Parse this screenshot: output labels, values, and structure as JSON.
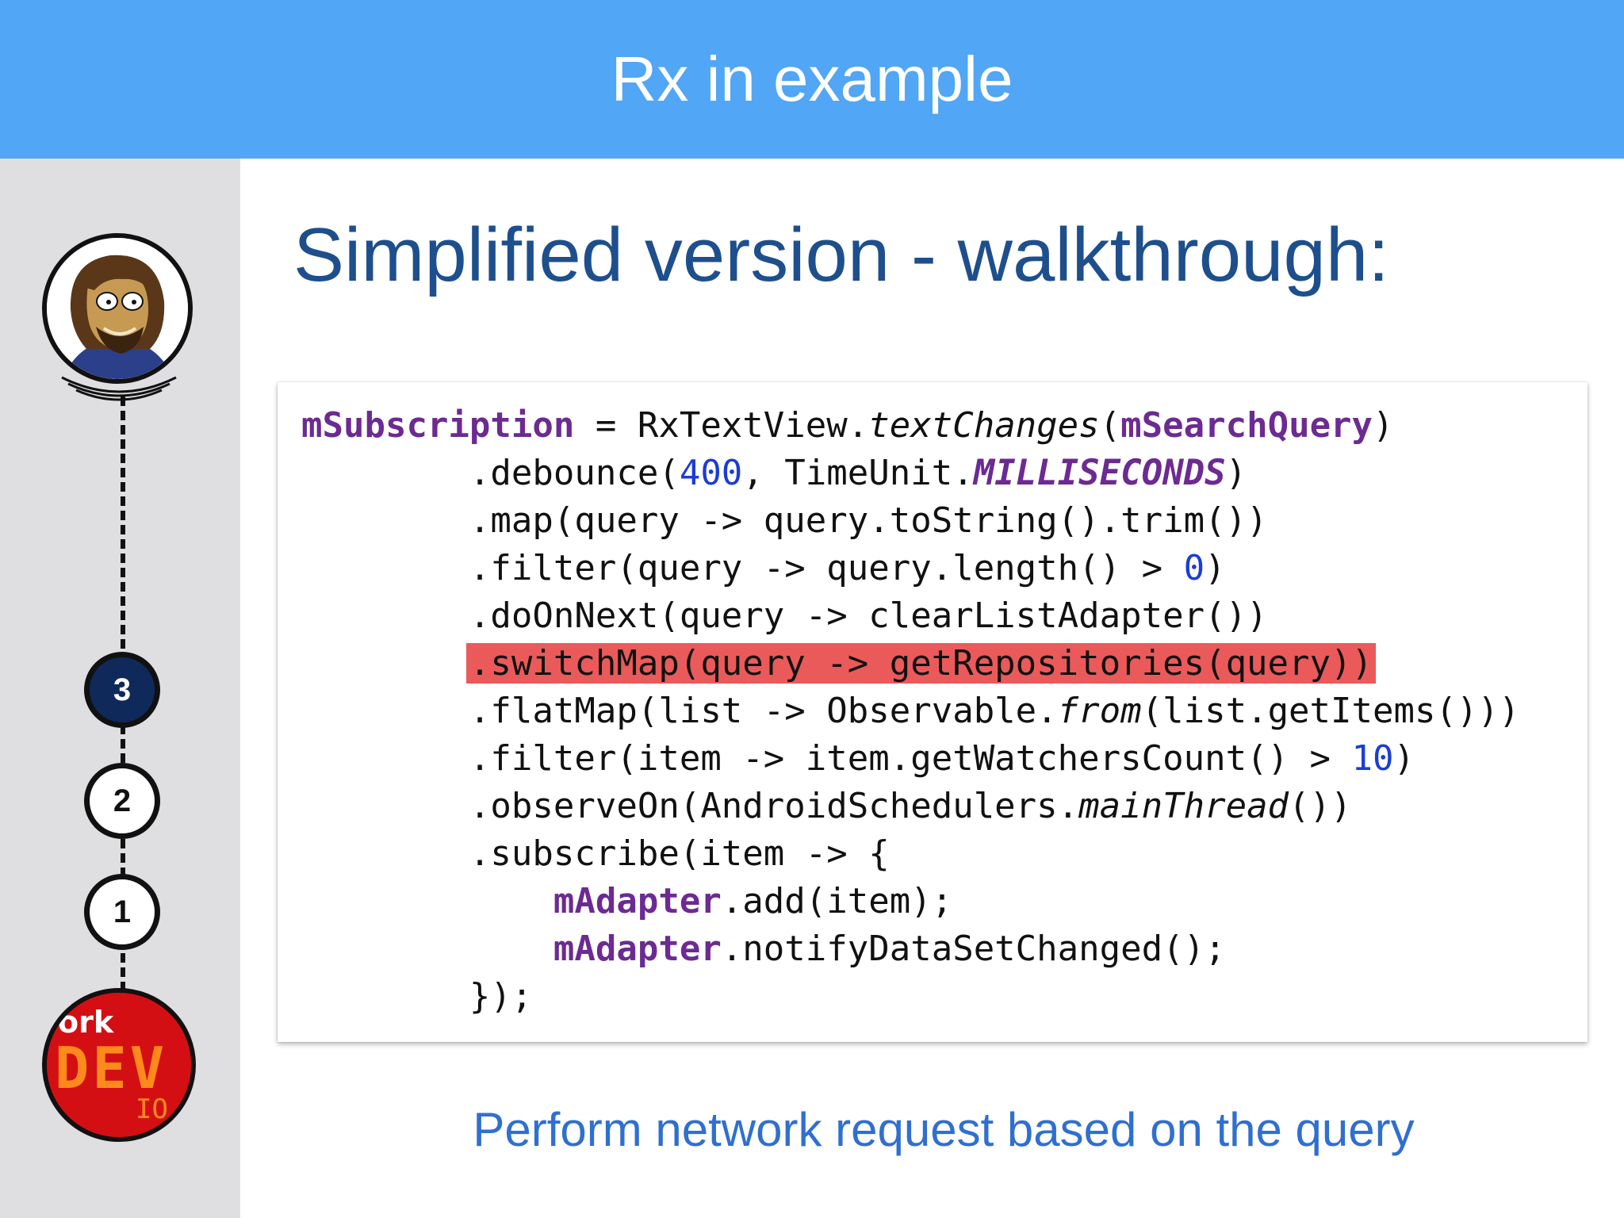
{
  "header": {
    "title": "Rx in example"
  },
  "sidebar": {
    "avatar_alt": "speaker-avatar",
    "steps": [
      {
        "label": "3",
        "active": true
      },
      {
        "label": "2",
        "active": false
      },
      {
        "label": "1",
        "active": false
      }
    ],
    "logo": {
      "line1": "ork",
      "line2": "DEV",
      "line3": "IO"
    }
  },
  "main": {
    "title": "Simplified version - walkthrough:",
    "code": {
      "line1": {
        "field": "mSubscription",
        "text1": " = RxTextView.",
        "method_italic": "textChanges",
        "text2": "(",
        "field2": "mSearchQuery",
        "text3": ")"
      },
      "line2": {
        "indent": "        ",
        "text1": ".debounce(",
        "num": "400",
        "text2": ", TimeUnit.",
        "const": "MILLISECONDS",
        "text3": ")"
      },
      "line3": {
        "indent": "        ",
        "text": ".map(query -> query.toString().trim())"
      },
      "line4": {
        "indent": "        ",
        "text1": ".filter(query -> query.length() > ",
        "num": "0",
        "text2": ")"
      },
      "line5": {
        "indent": "        ",
        "text": ".doOnNext(query -> clearListAdapter())"
      },
      "line6": {
        "indent": "        ",
        "text": ".switchMap(query -> getRepositories(query))"
      },
      "line7": {
        "indent": "        ",
        "text1": ".flatMap(list -> Observable.",
        "method_italic": "from",
        "text2": "(list.getItems()))"
      },
      "line8": {
        "indent": "        ",
        "text1": ".filter(item -> item.getWatchersCount() > ",
        "num": "10",
        "text2": ")"
      },
      "line9": {
        "indent": "        ",
        "text1": ".observeOn(AndroidSchedulers.",
        "method_italic": "mainThread",
        "text2": "())"
      },
      "line10": {
        "indent": "        ",
        "text": ".subscribe(item -> {"
      },
      "line11": {
        "indent": "            ",
        "field": "mAdapter",
        "text": ".add(item);"
      },
      "line12": {
        "indent": "            ",
        "field": "mAdapter",
        "text": ".notifyDataSetChanged();"
      },
      "line13": {
        "indent": "        ",
        "text": "});"
      }
    },
    "caption": "Perform network request based on the query"
  },
  "colors": {
    "header_bg": "#51a6f5",
    "title_color": "#1e4f8d",
    "caption_color": "#2f6fd0",
    "highlight": "#ea5a5a",
    "field_color": "#6c2a92",
    "number_color": "#1b3cd6",
    "active_step_bg": "#0f2a5a"
  }
}
